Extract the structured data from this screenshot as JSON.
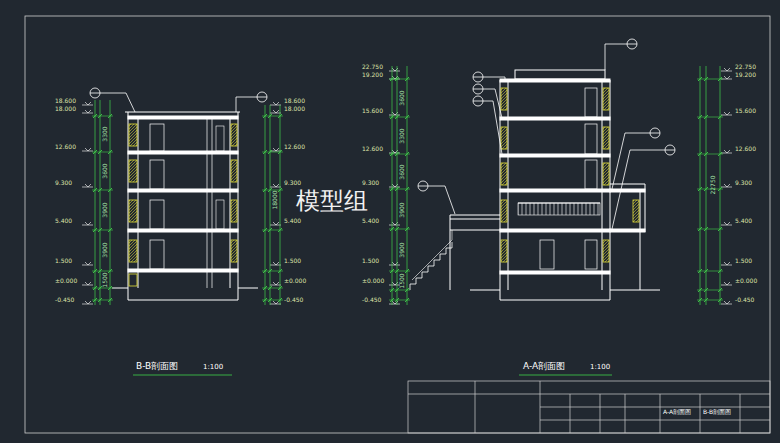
{
  "diagram": {
    "labels": [
      "18.600",
      "18.000",
      "12.600",
      "9.300",
      "5.400",
      "1.500",
      "±0.000",
      "-0.450",
      "18.600",
      "18.000",
      "12.600",
      "9.300",
      "5.400",
      "1.500",
      "±0.000",
      "-0.450",
      "22.750",
      "19.200",
      "15.600",
      "12.600",
      "9.300",
      "5.400",
      "1.500",
      "±0.000",
      "-0.450",
      "22.750",
      "19.200",
      "15.600",
      "12.600",
      "9.300",
      "5.400",
      "1.500",
      "±0.000",
      "-0.450",
      "B-B剖面图",
      "1:100",
      "A-A剖面图",
      "1:100",
      "A-A剖面图",
      "B-B剖面图",
      "模型组",
      "1500",
      "3900",
      "3900",
      "3600",
      "3300",
      "18000",
      "22750",
      "1500",
      "3900",
      "3900",
      "3600",
      "3300",
      "3600"
    ]
  }
}
